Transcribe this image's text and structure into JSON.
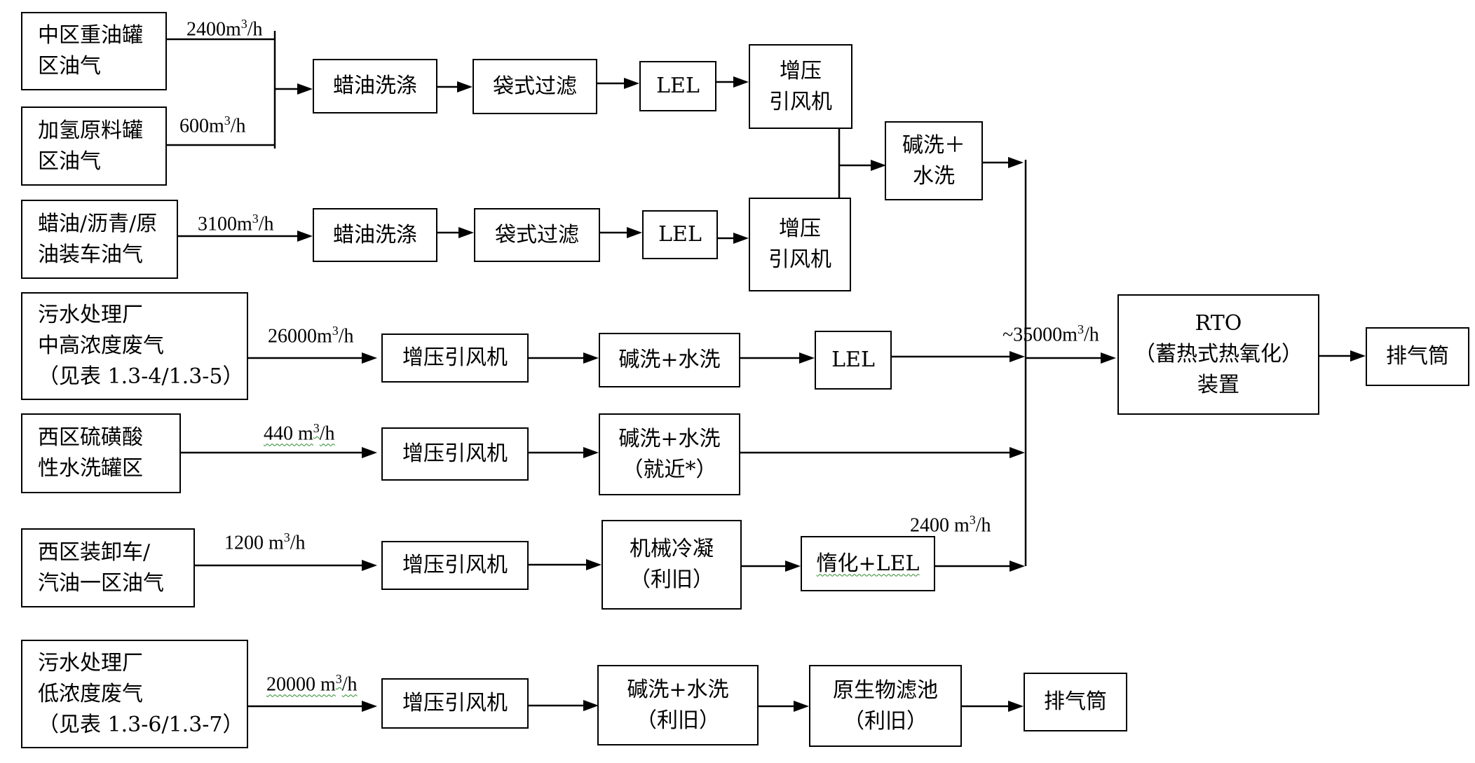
{
  "sources": {
    "zhongqu_tank": [
      "中区重油罐",
      "区油气"
    ],
    "jiaqing_tank": [
      "加氢原料罐",
      "区油气"
    ],
    "wax_loading": [
      "蜡油/沥青/原",
      "油装车油气"
    ],
    "wwtp_high": [
      "污水处理厂",
      "中高浓度废气",
      "（见表 1.3-4/1.3-5）"
    ],
    "xiqu_acid": [
      "西区硫磺酸",
      "性水洗罐区"
    ],
    "xiqu_loading": [
      "西区装卸车/",
      "汽油一区油气"
    ],
    "wwtp_low": [
      "污水处理厂",
      "低浓度废气",
      "（见表 1.3-6/1.3-7）"
    ]
  },
  "flows": {
    "f2400a": {
      "num": "2400m",
      "sup": "3",
      "unit": "/h"
    },
    "f600": {
      "num": "600m",
      "sup": "3",
      "unit": "/h"
    },
    "f3100": {
      "num": "3100m",
      "sup": "3",
      "unit": "/h"
    },
    "f26000": {
      "num": "26000m",
      "sup": "3",
      "unit": "/h"
    },
    "f440": {
      "num": "440 m",
      "sup": "3",
      "unit": "/h"
    },
    "f1200": {
      "num": "1200 m",
      "sup": "3",
      "unit": "/h"
    },
    "f2400b": {
      "num": "2400 m",
      "sup": "3",
      "unit": "/h"
    },
    "f35000": {
      "num": "~35000m",
      "sup": "3",
      "unit": "/h"
    },
    "f20000": {
      "num": "20000 m",
      "sup": "3",
      "unit": "/h"
    }
  },
  "processes": {
    "wax_wash_1": [
      "蜡油洗涤"
    ],
    "bag_filter_1": [
      "袋式过滤"
    ],
    "lel_1": [
      "LEL"
    ],
    "booster_1": [
      "增压",
      "引风机"
    ],
    "wax_wash_2": [
      "蜡油洗涤"
    ],
    "bag_filter_2": [
      "袋式过滤"
    ],
    "lel_2": [
      "LEL"
    ],
    "booster_2": [
      "增压",
      "引风机"
    ],
    "alkali_water_top": [
      "碱洗＋",
      "水洗"
    ],
    "booster_3": [
      "增压引风机"
    ],
    "alkali_water_3": [
      "碱洗+水洗"
    ],
    "lel_3": [
      "LEL"
    ],
    "booster_4": [
      "增压引风机"
    ],
    "alkali_water_4": [
      "碱洗+水洗",
      "（就近*）"
    ],
    "booster_5": [
      "增压引风机"
    ],
    "mech_condense": [
      "机械冷凝",
      "（利旧）"
    ],
    "inert_lel": [
      "惰化+LEL"
    ],
    "rto": [
      "RTO",
      "（蓄热式热氧化）",
      "装置"
    ],
    "stack_1": [
      "排气筒"
    ],
    "booster_6": [
      "增压引风机"
    ],
    "alkali_water_6": [
      "碱洗+水洗",
      "（利旧）"
    ],
    "biofilter": [
      "原生物滤池",
      "（利旧）"
    ],
    "stack_2": [
      "排气筒"
    ]
  }
}
